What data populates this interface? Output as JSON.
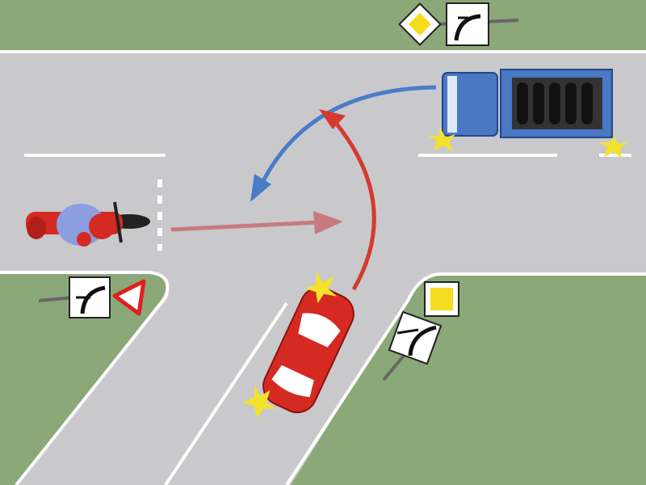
{
  "scene": {
    "colors": {
      "grass": "#8aa878",
      "road": "#c9c9cb",
      "marking": "#ffffff",
      "car": "#d42a22",
      "truck": "#4a78c4",
      "motorcycle": "#d42a22",
      "rider": "#8a9ee0",
      "blue_path": "#4a7cc8",
      "red_path": "#d43a30",
      "moto_path": "#c87a80",
      "signal": "#f5e22a",
      "priority_sign": "#f5dc20",
      "yield_sign_border": "#e02020"
    },
    "icons": [
      "priority-road-sign",
      "main-road-direction-sign",
      "yield-sign",
      "turn-signal-flash",
      "motorcycle",
      "car",
      "truck",
      "path-arrow"
    ]
  }
}
